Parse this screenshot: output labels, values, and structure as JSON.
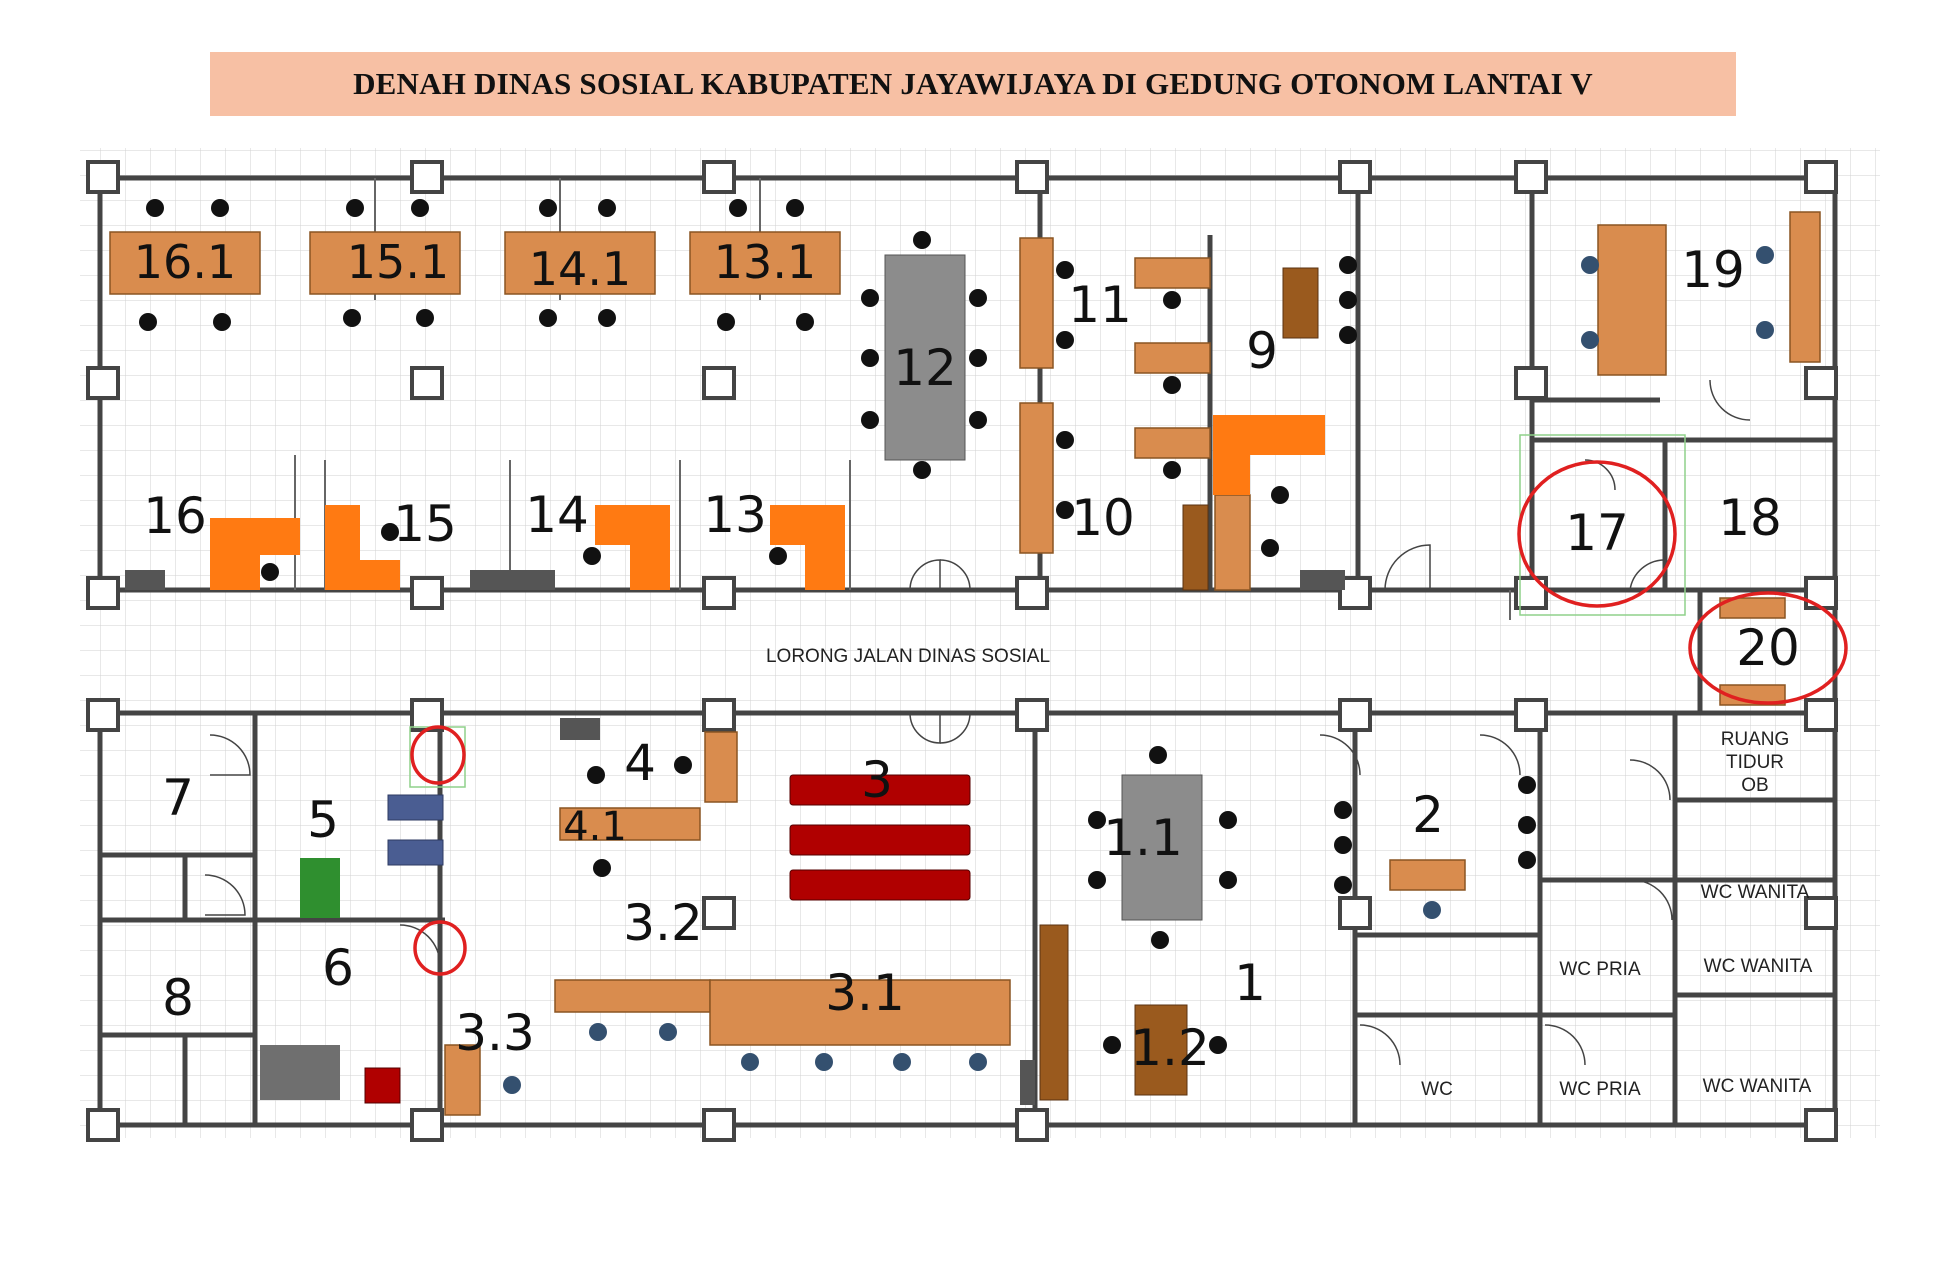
{
  "title": "DENAH DINAS SOSIAL KABUPATEN JAYAWIJAYA DI GEDUNG OTONOM LANTAI V",
  "corridor_label": "LORONG JALAN DINAS SOSIAL",
  "rooms": {
    "r16_1": "16.1",
    "r15_1": "15.1",
    "r14_1": "14.1",
    "r13_1": "13.1",
    "r12": "12",
    "r11": "11",
    "r9": "9",
    "r19": "19",
    "r16": "16",
    "r15": "15",
    "r14": "14",
    "r13": "13",
    "r10": "10",
    "r17": "17",
    "r18": "18",
    "r20": "20",
    "r7": "7",
    "r5": "5",
    "r4": "4",
    "r4_1": "4.1",
    "r3": "3",
    "r3_2": "3.2",
    "r3_1": "3.1",
    "r3_3": "3.3",
    "r6": "6",
    "r8": "8",
    "r1_1": "1.1",
    "r1_2": "1.2",
    "r1": "1",
    "r2": "2"
  },
  "small_labels": {
    "ruang": "RUANG",
    "tidur": "TIDUR",
    "ob": "OB",
    "wc_wanita_1": "WC WANITA",
    "wc_wanita_2": "WC WANITA",
    "wc_wanita_3": "WC WANITA",
    "wc_pria_1": "WC PRIA",
    "wc_pria_2": "WC PRIA",
    "wc": "WC"
  },
  "colors": {
    "title_bg": "#f7c0a4",
    "desk": "#d98c4e",
    "orange_desk": "#ff7a12",
    "conference_table": "#8c8c8c",
    "red_sofa": "#b00000",
    "annotation_circle": "#e02020"
  }
}
